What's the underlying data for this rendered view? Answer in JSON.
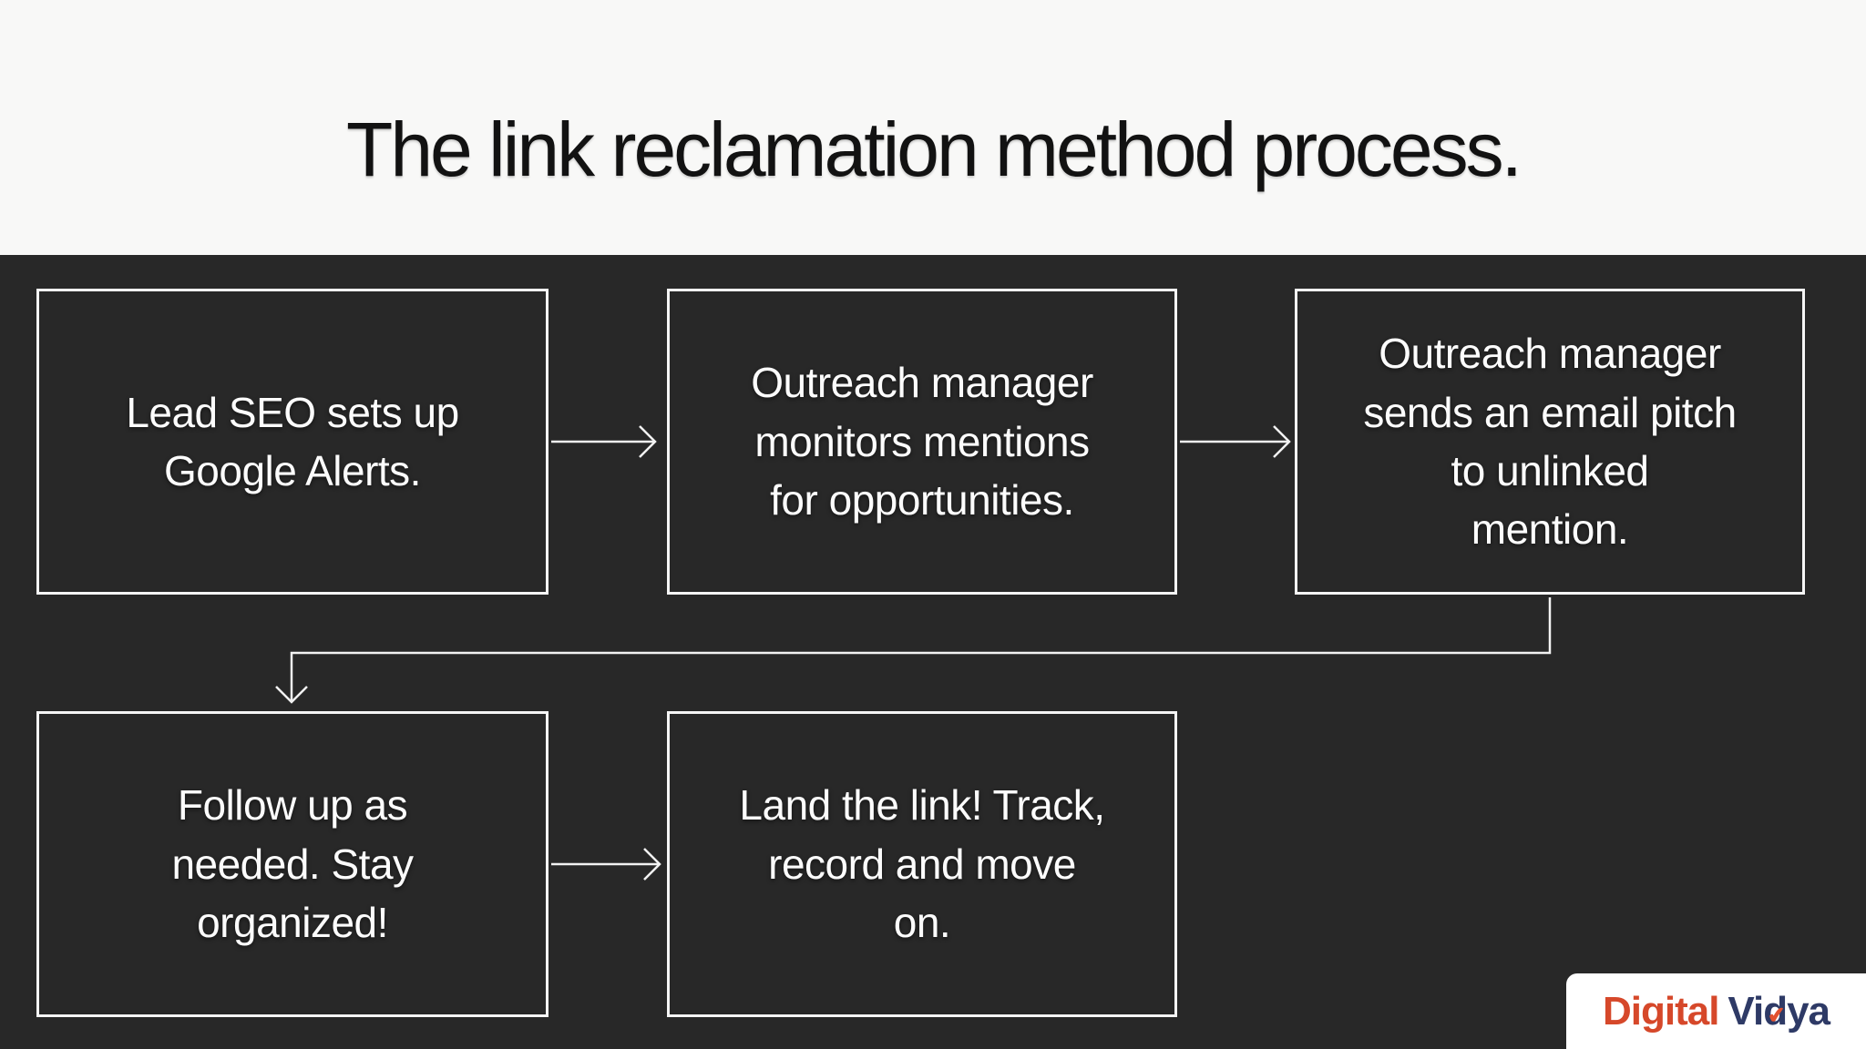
{
  "slide": {
    "title": "The link reclamation method process."
  },
  "flow": {
    "steps": [
      {
        "order": 1,
        "lines": [
          "Lead SEO sets up",
          "Google Alerts."
        ]
      },
      {
        "order": 2,
        "lines": [
          "Outreach manager",
          "monitors mentions",
          "for opportunities."
        ]
      },
      {
        "order": 3,
        "lines": [
          "Outreach manager",
          "sends an email pitch",
          "to unlinked",
          "mention."
        ]
      },
      {
        "order": 4,
        "lines": [
          "Follow up as",
          "needed. Stay",
          "organized!"
        ]
      },
      {
        "order": 5,
        "lines": [
          "Land the link! Track,",
          "record and move",
          "on."
        ]
      }
    ],
    "connections": [
      {
        "from": 1,
        "to": 2,
        "type": "straight-arrow-right"
      },
      {
        "from": 2,
        "to": 3,
        "type": "straight-arrow-right"
      },
      {
        "from": 3,
        "to": 4,
        "type": "elbow-arrow-down-left-down"
      },
      {
        "from": 4,
        "to": 5,
        "type": "straight-arrow-right"
      }
    ]
  },
  "logo": {
    "brand_first": "Digital",
    "brand_second": "Vidya",
    "check_glyph": "✔"
  },
  "colors": {
    "header_bg": "#f8f8f7",
    "canvas_bg": "#282828",
    "box_border": "#f5f5f5",
    "box_text": "#fcfcfc",
    "title_text": "#121212",
    "arrow": "#f2f2f2",
    "brand_red": "#d6482a",
    "brand_navy": "#2e3a66",
    "check_orange": "#e2512e",
    "logo_bg": "#ffffff"
  }
}
